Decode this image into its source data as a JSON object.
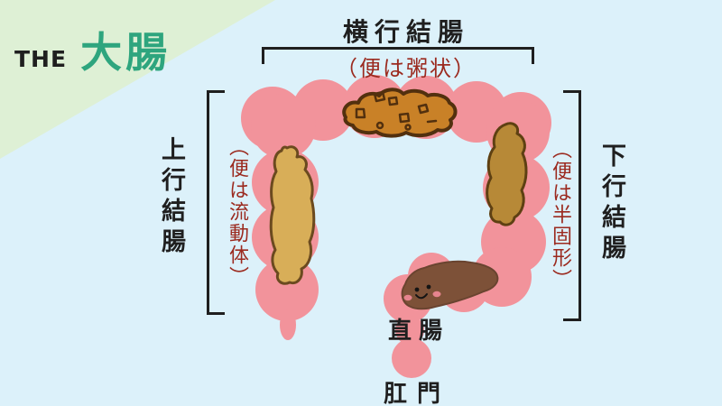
{
  "colors": {
    "bg-blue": "#dcf1fa",
    "bg-green": "#def0d5",
    "title-green": "#2ea57e",
    "text-black": "#1f1f1f",
    "note-red": "#9b2a1f",
    "colon-pink": "#f2939b",
    "stool-porridge": "#c98127",
    "stool-porridge-outline": "#52300e",
    "stool-fluid": "#d8ae58",
    "stool-fluid-outline": "#6b4a1f",
    "stool-semisolid": "#b78937",
    "stool-semisolid-outline": "#5e4012",
    "poop-brown": "#7d5138",
    "poop-outline": "#6a4430",
    "cheek-pink": "#e5848e"
  },
  "title": {
    "prefix": "THE",
    "main": "大腸"
  },
  "sections": {
    "transverse": {
      "label": "横行結腸",
      "note": "（便は粥状）"
    },
    "ascending": {
      "label": "上行結腸",
      "note": "（便は流動体）"
    },
    "descending": {
      "label": "下行結腸",
      "note": "（便は半固形）"
    },
    "rectum": {
      "label": "直腸"
    },
    "anus": {
      "label": "肛門"
    }
  }
}
